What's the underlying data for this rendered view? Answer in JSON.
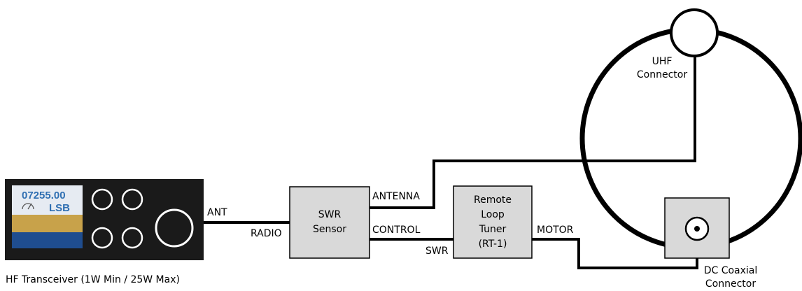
{
  "transceiver": {
    "frequency": "07255.00",
    "mode": "LSB",
    "caption": "HF Transceiver (1W Min / 25W Max)",
    "port_label": "ANT",
    "colors": {
      "body": "#1a1a1a",
      "screen_top": "#e6ebf2",
      "screen_band": "#c8a24a",
      "screen_bottom": "#1f4d8f",
      "text": "#2f6fb2"
    },
    "icons": [
      "meter-icon"
    ]
  },
  "swr_sensor": {
    "title_line1": "SWR",
    "title_line2": "Sensor",
    "port_radio": "RADIO",
    "port_antenna": "ANTENNA",
    "port_control": "CONTROL"
  },
  "tuner": {
    "line1": "Remote",
    "line2": "Loop",
    "line3": "Tuner",
    "line4": "(RT-1)",
    "port_swr": "SWR",
    "port_motor": "MOTOR"
  },
  "loop": {
    "uhf_line1": "UHF",
    "uhf_line2": "Connector",
    "dc_line1": "DC Coaxial",
    "dc_line2": "Connector"
  },
  "colors": {
    "box_fill": "#d9d9d9",
    "line": "#000000"
  }
}
